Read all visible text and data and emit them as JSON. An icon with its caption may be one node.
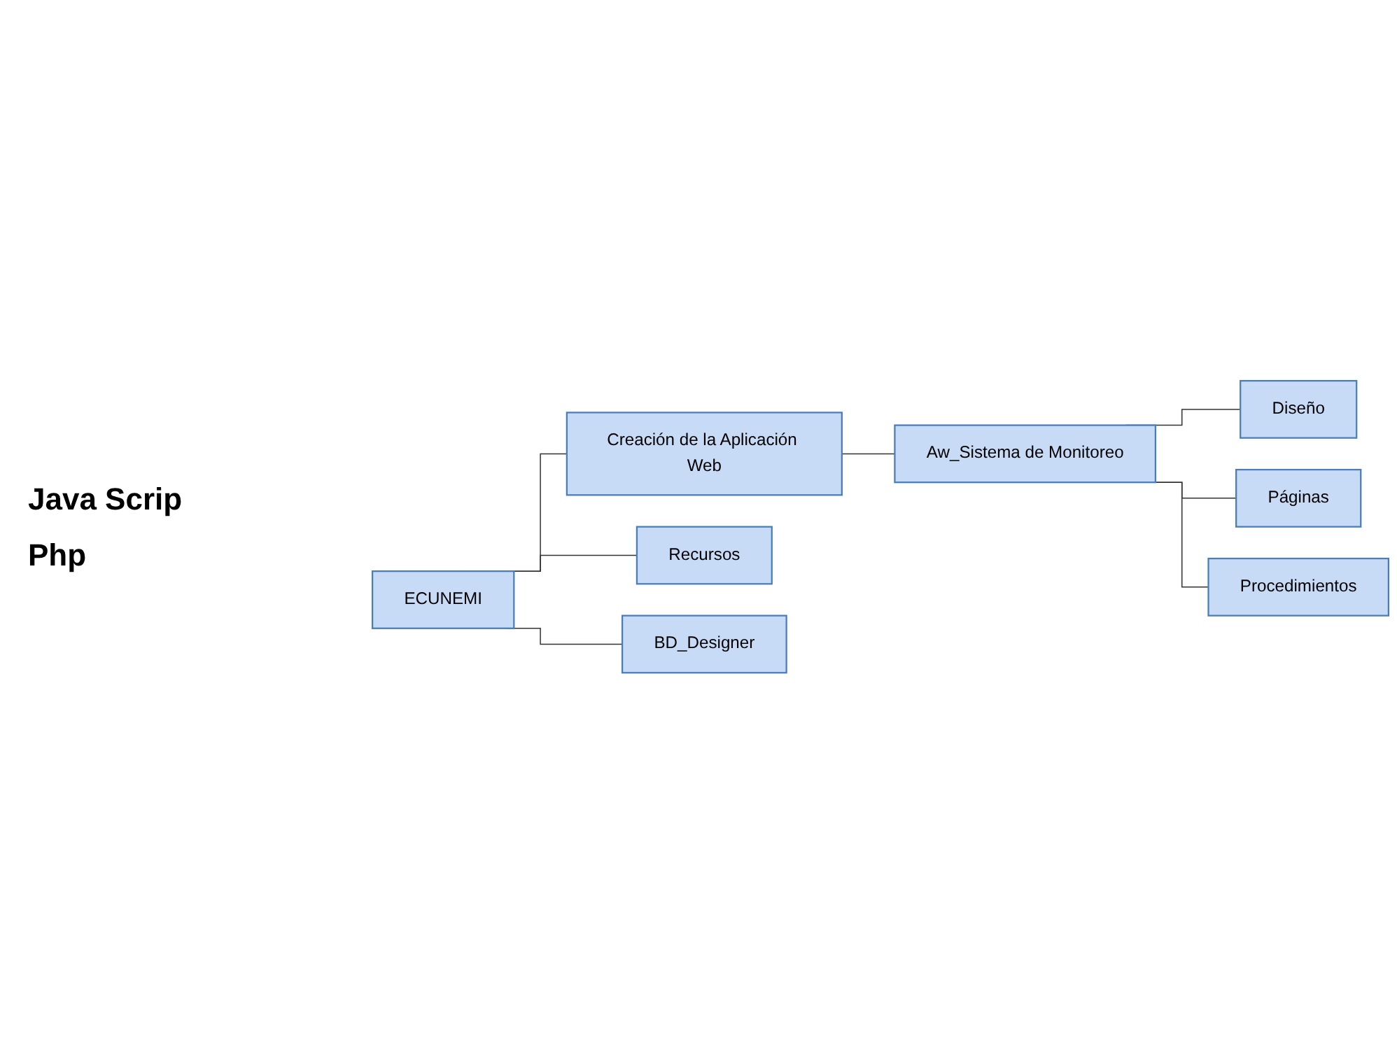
{
  "diagram": {
    "nodes": [
      {
        "text": [
          "ECUNEMI"
        ]
      },
      {
        "text": [
          "Creación de la Aplicación Web"
        ]
      },
      {
        "text": [
          "Aw_Sistema de Monitoreo"
        ]
      },
      {
        "text": [
          "Diseño"
        ]
      },
      {
        "text": [
          "Páginas"
        ]
      },
      {
        "text": [
          "Procedimientos"
        ]
      },
      {
        "text": [
          "Recursos"
        ]
      },
      {
        "text": [
          "BD_Designer"
        ]
      }
    ],
    "edges": [
      {
        "from": 0,
        "to": 1,
        "arrow": "none"
      },
      {
        "from": 1,
        "to": 2,
        "arrow": "none"
      },
      {
        "from": 2,
        "to": 3,
        "arrow": "none"
      },
      {
        "from": 2,
        "to": 4,
        "arrow": "none"
      },
      {
        "from": 2,
        "to": 5,
        "arrow": "none"
      },
      {
        "from": 0,
        "to": 6,
        "arrow": "none"
      },
      {
        "from": 0,
        "to": 7,
        "arrow": "none"
      }
    ],
    "labels": [
      "Java Scrip",
      "Php"
    ]
  }
}
